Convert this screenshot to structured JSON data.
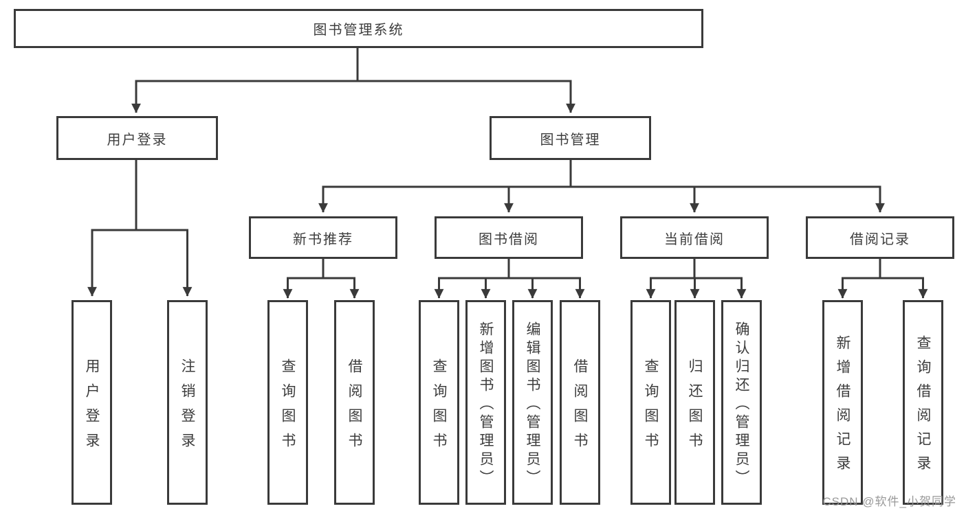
{
  "diagram": {
    "root": {
      "label": "图书管理系统"
    },
    "branches": [
      {
        "label": "用户登录",
        "children": [
          {
            "label": "用户登录"
          },
          {
            "label": "注销登录"
          }
        ]
      },
      {
        "label": "图书管理",
        "children": [
          {
            "label": "新书推荐",
            "children": [
              {
                "label": "查询图书"
              },
              {
                "label": "借阅图书"
              }
            ]
          },
          {
            "label": "图书借阅",
            "children": [
              {
                "label": "查询图书"
              },
              {
                "label": "新增图书（管理员）"
              },
              {
                "label": "编辑图书（管理员）"
              },
              {
                "label": "借阅图书"
              }
            ]
          },
          {
            "label": "当前借阅",
            "children": [
              {
                "label": "查询图书"
              },
              {
                "label": "归还图书"
              },
              {
                "label": "确认归还（管理员）"
              }
            ]
          },
          {
            "label": "借阅记录",
            "children": [
              {
                "label": "新增借阅记录"
              },
              {
                "label": "查询借阅记录"
              }
            ]
          }
        ]
      }
    ]
  },
  "colors": {
    "line": "#3a3a3a",
    "text": "#3d3d3d",
    "watermark": "#949494",
    "background": "#ffffff"
  },
  "watermark": {
    "text": "CSDN @软件_小贺同学"
  }
}
